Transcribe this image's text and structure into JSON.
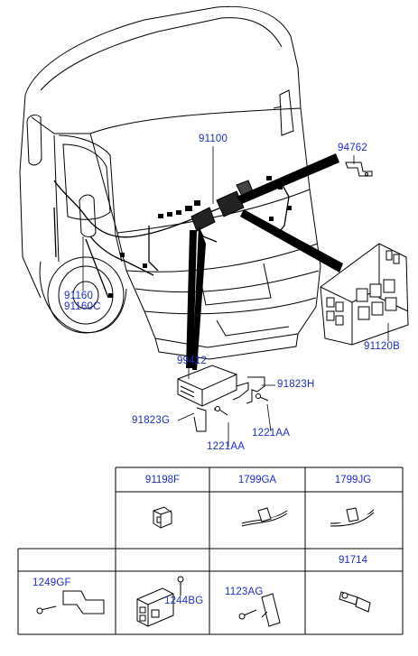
{
  "callouts": {
    "p91100": "91100",
    "p94762": "94762",
    "p91160": "91160",
    "p91160c": "91160C",
    "p91120b": "91120B",
    "p99412": "99412",
    "p91823h": "91823H",
    "p91823g": "91823G",
    "p1221aa_a": "1221AA",
    "p1221aa_b": "1221AA"
  },
  "parts_table": {
    "top_row": [
      "91198F",
      "1799GA",
      "1799JG"
    ],
    "bottom_row": [
      "1249GF",
      "1244BG",
      "1123AG",
      "91714"
    ]
  },
  "colors": {
    "label": "#1a2fc4",
    "line": "#000000"
  }
}
